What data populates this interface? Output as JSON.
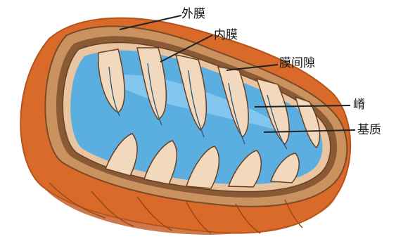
{
  "diagram": {
    "labels": {
      "outer_membrane": "外膜",
      "inner_membrane": "内膜",
      "intermembrane_space": "膜间隙",
      "cristae": "嵴",
      "matrix": "基质"
    }
  },
  "colors": {
    "outer_membrane": "#d96a2a",
    "outer_shadow": "#c0581f",
    "intermembrane": "#8a5a36",
    "inner_membrane": "#e8c5a0",
    "cristae_fold": "#f2d9bd",
    "matrix": "#5aaee0",
    "matrix_light": "#8ccaf0",
    "leader_line": "#222222"
  }
}
